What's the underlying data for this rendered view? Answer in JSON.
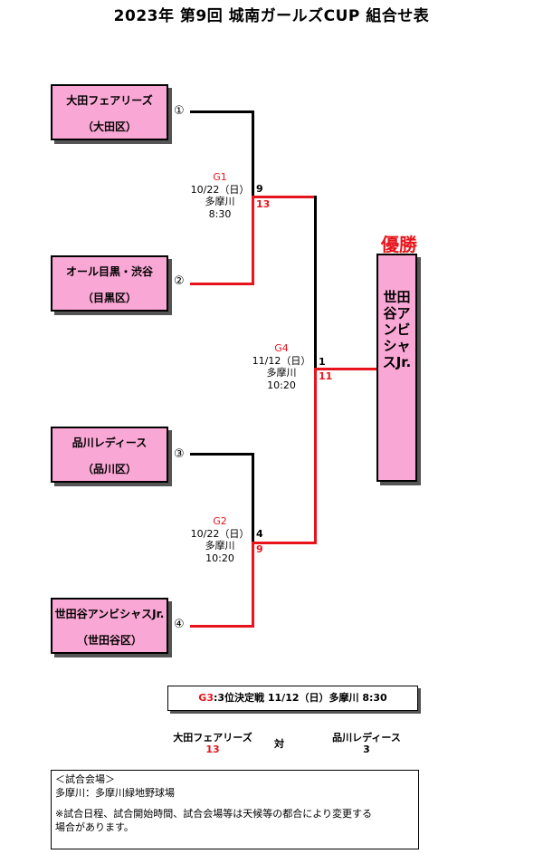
{
  "title": "2023年 第9回 城南ガールズCUP 組合せ表",
  "teams": [
    {
      "name": "大田フェアリーズ",
      "ward": "（大田区）",
      "seed": "①"
    },
    {
      "name": "オール目黒・渋谷",
      "ward": "（目黒区）",
      "seed": "②"
    },
    {
      "name": "品川レディース",
      "ward": "（品川区）",
      "seed": "③"
    },
    {
      "name": "世田谷アンビシャスJr.",
      "ward": "（世田谷区）",
      "seed": "④"
    }
  ],
  "games": {
    "g1": {
      "label": "G1",
      "date": "10/22（日）",
      "venue": "多摩川",
      "time": "8:30",
      "score_top": "9",
      "score_bottom": "13"
    },
    "g2": {
      "label": "G2",
      "date": "10/22（日）",
      "venue": "多摩川",
      "time": "10:20",
      "score_top": "4",
      "score_bottom": "9"
    },
    "g4": {
      "label": "G4",
      "date": "11/12（日）",
      "venue": "多摩川",
      "time": "10:20",
      "score_top": "1",
      "score_bottom": "11"
    }
  },
  "champion": {
    "label": "優勝",
    "name": "世田谷アンビシャスJr."
  },
  "third_place": {
    "label": "G3",
    "info": ":3位決定戦 11/12（日）多摩川 8:30",
    "team_left": "大田フェアリーズ",
    "score_left": "13",
    "vs": "対",
    "team_right": "品川レディース",
    "score_right": "3"
  },
  "notes": {
    "venue_heading": "＜試合会場＞",
    "venue": "多摩川：多摩川緑地野球場",
    "disclaimer_line1": "※試合日程、試合開始時間、試合会場等は天候等の都合により変更する",
    "disclaimer_line2": "場合があります。"
  },
  "colors": {
    "team_box": "#f9a7d4",
    "winner_line": "#e8141c",
    "loser_line": "#000000"
  }
}
